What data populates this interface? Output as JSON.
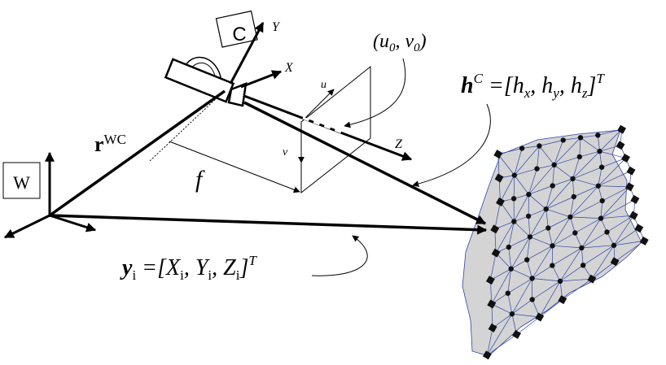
{
  "labels": {
    "camera_frame": "C",
    "world_frame": "W",
    "axis_x": "X",
    "axis_y": "Y",
    "axis_z": "Z",
    "axis_u": "u",
    "axis_v": "v",
    "focal_length": "f",
    "r_main": "r",
    "r_sup": "WC",
    "pp_open": "(",
    "pp_u": "u",
    "pp_u_sub": "0",
    "pp_comma": ", ",
    "pp_v": "v",
    "pp_v_sub": "0",
    "pp_close": ")",
    "h_main": "h",
    "h_sup": "C",
    "h_eq": " =[",
    "h_x": "h",
    "h_x_sub": "x",
    "h_sep1": ", ",
    "h_y": "h",
    "h_y_sub": "y",
    "h_sep2": ", ",
    "h_z": "h",
    "h_z_sub": "z",
    "h_close": "]",
    "h_T": "T",
    "y_main": "y",
    "y_sub": "i",
    "y_eq": " =[",
    "y_X": "X",
    "y_X_sub": "i",
    "y_sep1": ", ",
    "y_Y": "Y",
    "y_Y_sub": "i",
    "y_sep2": ", ",
    "y_Z": "Z",
    "y_Z_sub": "i",
    "y_close": "]",
    "y_T": "T"
  },
  "colors": {
    "ink": "#000000",
    "mesh_fill": "#d4d4d4",
    "mesh_edge": "#2f44a8"
  }
}
